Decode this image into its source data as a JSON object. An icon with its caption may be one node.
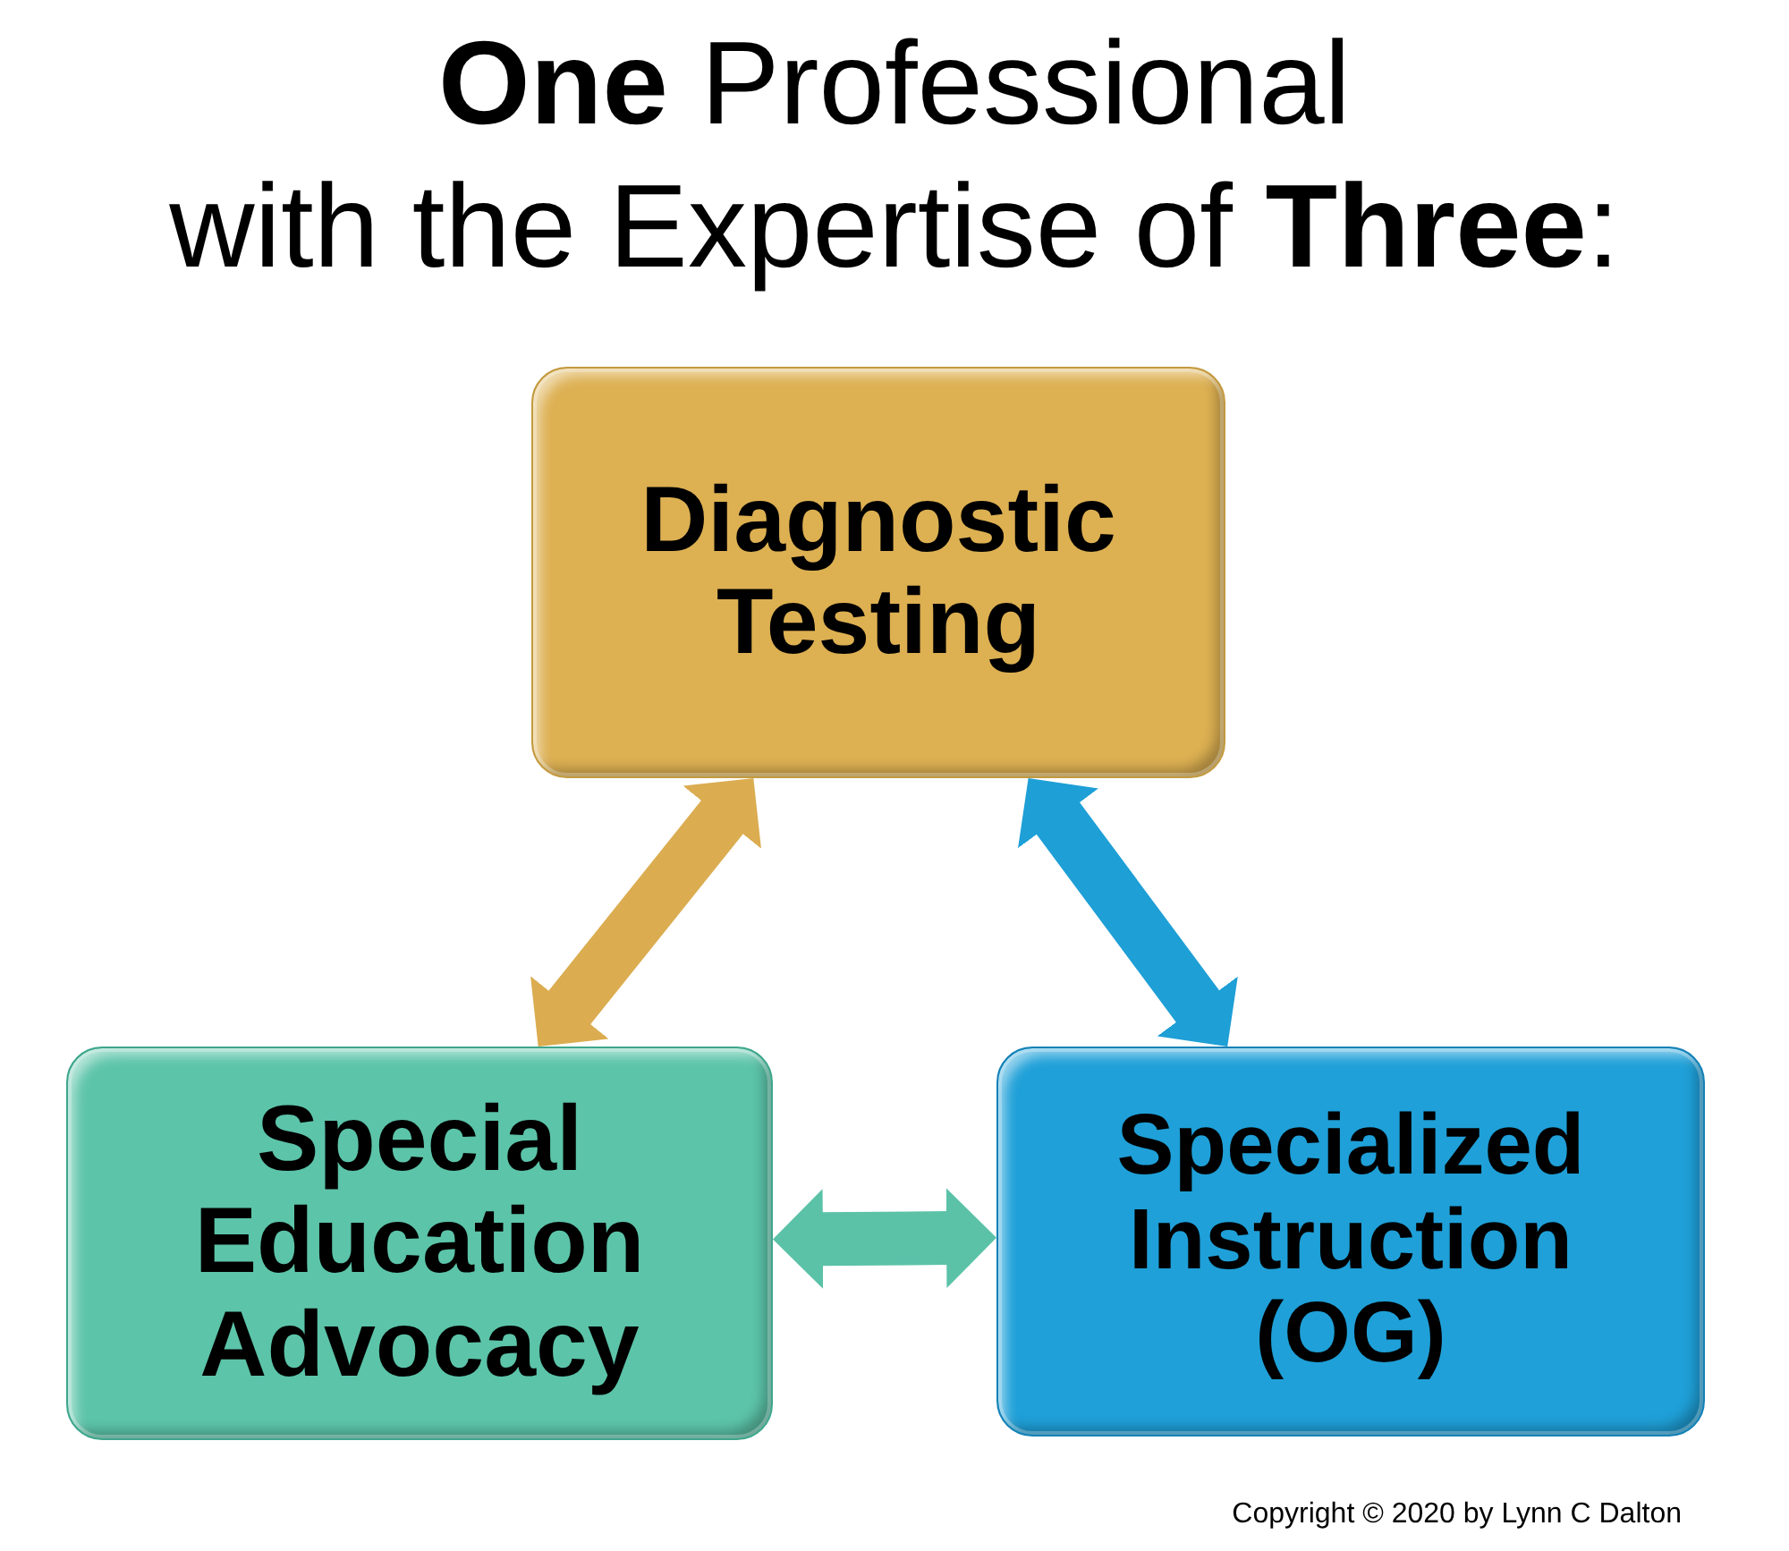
{
  "diagram": {
    "title": "**One** Professional with the Expertise of **Three**:",
    "nodes": [
      {
        "text": [
          "Diagnostic Testing"
        ]
      },
      {
        "text": [
          "Special Education Advocacy"
        ]
      },
      {
        "text": [
          "Specialized Instruction (OG)"
        ]
      }
    ],
    "edges": [
      {
        "from": 0,
        "to": 1,
        "arrow": "both",
        "color": "#dbad50"
      },
      {
        "from": 0,
        "to": 2,
        "arrow": "both",
        "color": "#1e9fd6"
      },
      {
        "from": 1,
        "to": 2,
        "arrow": "both",
        "color": "#5bc2a8"
      }
    ],
    "labels": [
      "Copyright © 2020 by Lynn C Dalton"
    ]
  }
}
